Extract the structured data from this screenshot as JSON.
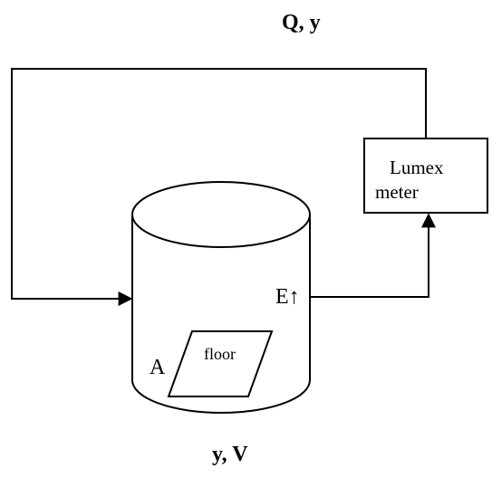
{
  "diagram": {
    "top_label": "Q, y",
    "bottom_label": "y, V",
    "meter": {
      "line1": "Lumex",
      "line2": "meter"
    },
    "illuminance_label": "E↑",
    "area_label": "A",
    "floor_label": "floor"
  },
  "colors": {
    "stroke": "#000000",
    "background": "#ffffff"
  }
}
